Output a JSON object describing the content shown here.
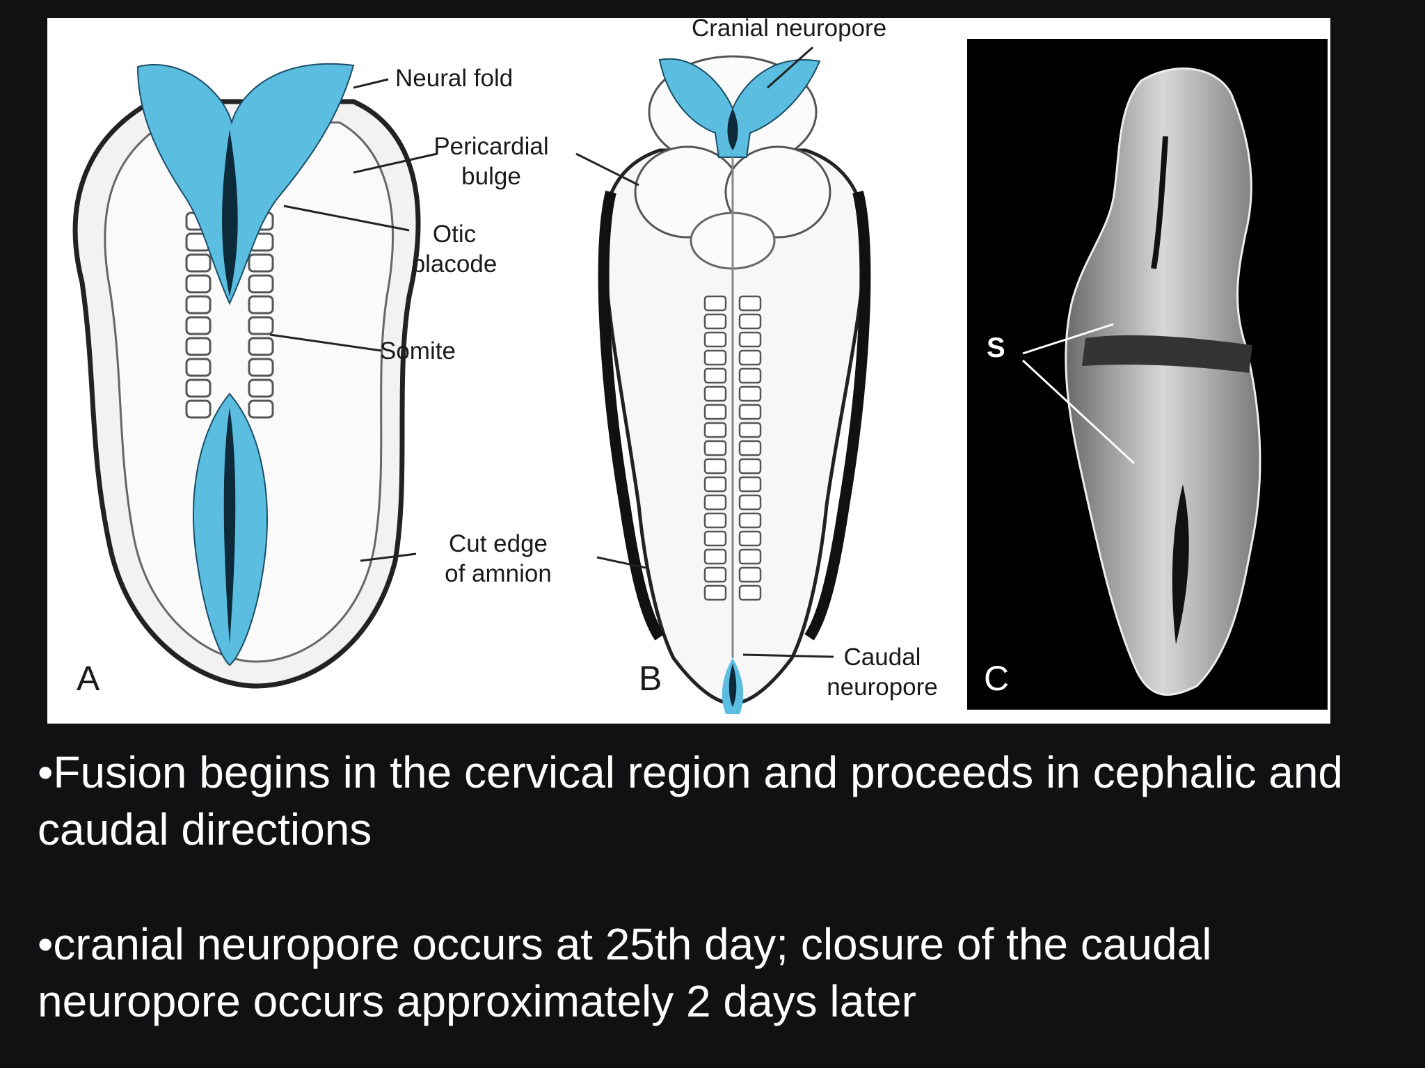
{
  "figure": {
    "panel_a": {
      "letter": "A",
      "labels": {
        "neural_fold": "Neural fold",
        "pericardial_line1": "Pericardial",
        "pericardial_line2": "bulge",
        "otic_line1": "Otic",
        "otic_line2": "placode",
        "somite": "Somite",
        "cut_edge_line1": "Cut edge",
        "cut_edge_line2": "of amnion"
      }
    },
    "panel_b": {
      "letter": "B",
      "labels": {
        "cranial_neuropore": "Cranial neuropore",
        "caudal_line1": "Caudal",
        "caudal_line2": "neuropore"
      }
    },
    "panel_c": {
      "letter": "C",
      "label_s": "S"
    },
    "colors": {
      "neural_plate": "#5bbde0",
      "background": "#111113",
      "figure_bg": "#ffffff"
    }
  },
  "bullets": [
    "•Fusion begins in the cervical region and proceeds in cephalic and caudal directions",
    "•cranial neuropore occurs at 25th day; closure of the caudal neuropore occurs approximately 2 days later"
  ]
}
